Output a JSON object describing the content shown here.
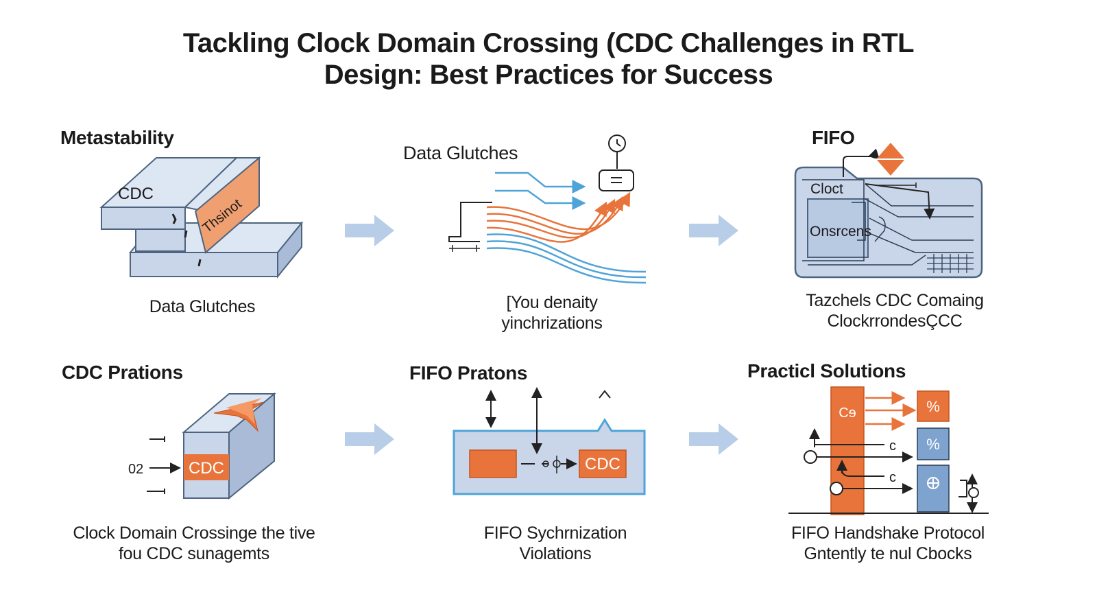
{
  "title": {
    "line1": "Tackling Clock Domain Crossing (CDC Challenges in RTL",
    "line2": "Design: Best Practices for Success"
  },
  "colors": {
    "blue_fill": "#c9d6ea",
    "blue_stroke": "#4d6480",
    "orange": "#e8743b",
    "light_blue_arrow": "#b8cde8",
    "line_blue": "#4fa3d8"
  },
  "panels": {
    "p1": {
      "title": "Metastability",
      "block_label_cdc": "CDC",
      "block_label_orange": "Thsinot",
      "caption": [
        "Data Glutches"
      ]
    },
    "p2": {
      "title": "Data Glutches",
      "caption": [
        "[You denaity",
        "yinchrizations"
      ]
    },
    "p3": {
      "title": "FIFO",
      "box_label_top": "Cloct",
      "box_label_inner": "Onsrcens",
      "caption": [
        "Tazchels CDC Comaing",
        "ClockrrondesÇCC"
      ]
    },
    "p4": {
      "title": "CDC Prations",
      "input_label": "02",
      "block_label": "CDC",
      "caption": [
        "Clock Domain Crossinge the tive",
        "fou CDC sunagemts"
      ]
    },
    "p5": {
      "title": "FIFO Pratons",
      "block_label": "CDC",
      "caption": [
        "FIFO Sychrnization",
        "Violations"
      ]
    },
    "p6": {
      "title": "Practicl Solutions",
      "bar_label": "Cɘ",
      "line_label_1": "c",
      "line_label_2": "c",
      "box_labels": [
        "%",
        "%"
      ],
      "caption": [
        "FIFO Handshake Protocol",
        "Gntently te nul Cbocks"
      ]
    }
  }
}
